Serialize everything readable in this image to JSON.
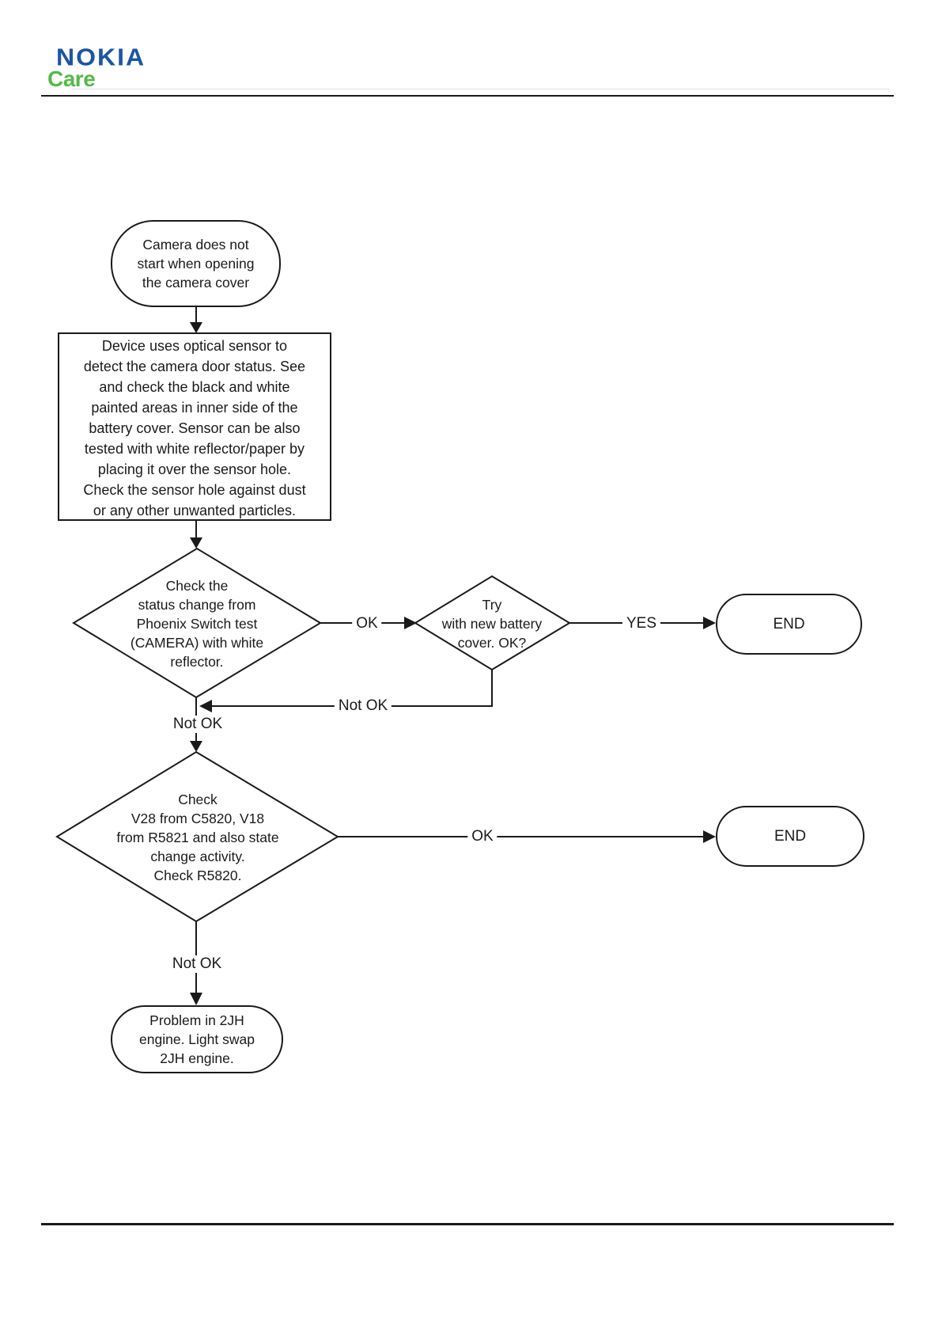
{
  "header": {
    "brand": "NOKIA",
    "sub_brand": "Care",
    "brand_color": "#1b55a5",
    "sub_brand_color": "#54b948"
  },
  "flowchart": {
    "start": "Camera does not\nstart when opening\nthe camera cover",
    "process": "Device uses optical sensor to\ndetect the camera door status. See\nand check the black and white\npainted areas in inner side of the\nbattery cover. Sensor can be also\ntested with white reflector/paper by\nplacing it over the sensor hole.\nCheck the sensor hole against dust\nor any other unwanted particles.",
    "decision1": "Check the\nstatus change from\nPhoenix Switch test\n(CAMERA) with white\nreflector.",
    "decision2": "Try\nwith new battery\ncover. OK?",
    "decision3": "Check\nV28 from C5820, V18\nfrom R5821 and also state\nchange activity.\nCheck R5820.",
    "end1": "END",
    "end2": "END",
    "problem": "Problem in 2JH\nengine. Light swap\n2JH engine.",
    "labels": {
      "ok1": "OK",
      "yes": "YES",
      "not_ok_return": "Not OK",
      "not_ok_1": "Not OK",
      "ok2": "OK",
      "not_ok_2": "Not OK"
    },
    "line_color": "#1a1a1a"
  }
}
